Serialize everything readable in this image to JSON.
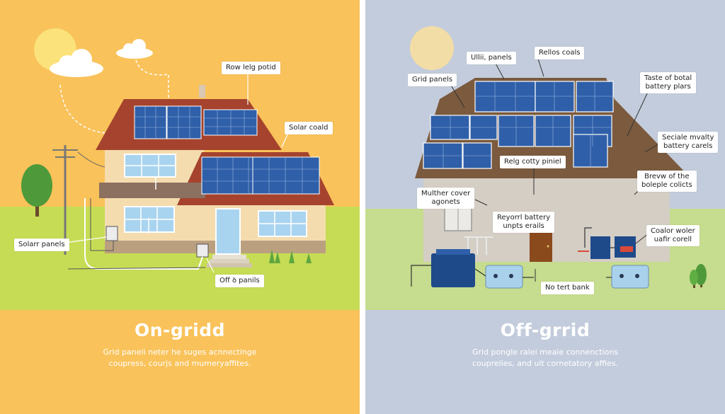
{
  "colors": {
    "ongrid_bg": "#f9c25a",
    "offgrid_bg": "#c3ccdc",
    "grass": "#c6dc55",
    "panel_blue": "#2f5fa8",
    "roof": "#a5432e"
  },
  "ongrid": {
    "title": "On-gridd",
    "description": [
      "Grid paneli neter he suges acnnectinge",
      "coupress, courjs and mumeryaffites."
    ],
    "labels": {
      "roof_label": "Row lelg potid",
      "solar_coald": "Solar coald",
      "solar_panels": "Solarr panels",
      "off_panels": "Off ꝺ panils"
    }
  },
  "offgrid": {
    "title": "Off-grrid",
    "description": [
      "Grid pongle ralei meale connenctions",
      "couprelies, and ult cornetatory affies."
    ],
    "labels": {
      "utili_panels": "Ullii, panels",
      "rellos_coals": "Rellos coals",
      "grid_panels": "Grid panels",
      "taste_total": [
        "Taste of botal",
        "battery plars"
      ],
      "seciale": [
        "Seciale mvalty",
        "battery carels"
      ],
      "relg_cotty": "Relg cotty piniel",
      "brevw": [
        "Brevw of the",
        "boleple colicts"
      ],
      "multher": [
        "Multher cover",
        "agonets"
      ],
      "reyorl": [
        "Reyorrl battery",
        "unpts erails"
      ],
      "color_woler": [
        "Coalor woler",
        "uafir corell"
      ],
      "no_tert": "No tert bank"
    }
  }
}
